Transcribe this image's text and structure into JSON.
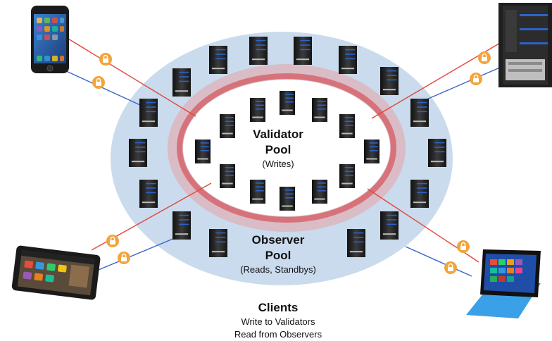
{
  "validator_pool": {
    "title_line1": "Validator",
    "title_line2": "Pool",
    "subtitle": "(Writes)"
  },
  "observer_pool": {
    "title_line1": "Observer",
    "title_line2": "Pool",
    "subtitle": "(Reads, Standbys)"
  },
  "clients": {
    "title": "Clients",
    "line1": "Write to Validators",
    "line2": "Read from Observers"
  },
  "colors": {
    "outer_pool": "#c9dbed",
    "inner_pool": "#ffffff",
    "inner_ring": "#d9676c",
    "write_link": "#e2473c",
    "read_link": "#3a63c8",
    "lock": "#f3a43a",
    "server": "#2a2a2a"
  },
  "icons": {
    "devices": [
      "smartphone-icon",
      "tower-server-icon",
      "tablet-icon",
      "surface-tablet-icon"
    ],
    "lock": "padlock-icon",
    "server": "server-tower-icon"
  }
}
